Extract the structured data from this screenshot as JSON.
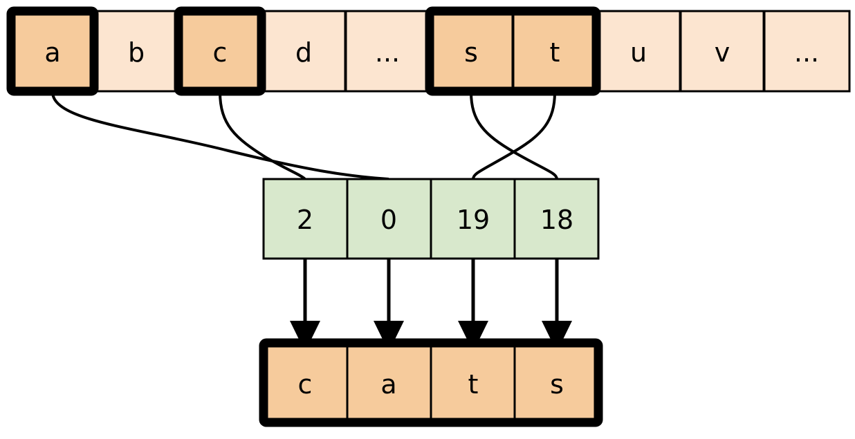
{
  "diagram": {
    "title": "character-index-lookup-diagram",
    "colors": {
      "alphabet_plain_fill": "#FCE5D0",
      "alphabet_highlight_fill": "#F6CB9C",
      "index_fill": "#D8E8CC",
      "output_fill": "#F6CB9C",
      "stroke": "#000000",
      "background": "#FFFFFF"
    },
    "alphabet_row": {
      "name": "alphabet-row",
      "cells": [
        {
          "label": "a",
          "highlighted": true
        },
        {
          "label": "b",
          "highlighted": false
        },
        {
          "label": "c",
          "highlighted": true
        },
        {
          "label": "d",
          "highlighted": false
        },
        {
          "label": "...",
          "highlighted": false
        },
        {
          "label": "s",
          "highlighted": true
        },
        {
          "label": "t",
          "highlighted": true
        },
        {
          "label": "u",
          "highlighted": false
        },
        {
          "label": "v",
          "highlighted": false
        },
        {
          "label": "...",
          "highlighted": false
        }
      ]
    },
    "index_row": {
      "name": "index-row",
      "cells": [
        {
          "value": "2"
        },
        {
          "value": "0"
        },
        {
          "value": "19"
        },
        {
          "value": "18"
        }
      ]
    },
    "output_row": {
      "name": "output-row",
      "cells": [
        {
          "label": "c"
        },
        {
          "label": "a"
        },
        {
          "label": "t"
        },
        {
          "label": "s"
        }
      ]
    },
    "mappings": [
      {
        "from": "a",
        "to": "0",
        "from_index": 0,
        "to_index": 1
      },
      {
        "from": "c",
        "to": "2",
        "from_index": 2,
        "to_index": 0
      },
      {
        "from": "s",
        "to": "18",
        "from_index": 5,
        "to_index": 3
      },
      {
        "from": "t",
        "to": "19",
        "from_index": 6,
        "to_index": 2
      }
    ]
  }
}
